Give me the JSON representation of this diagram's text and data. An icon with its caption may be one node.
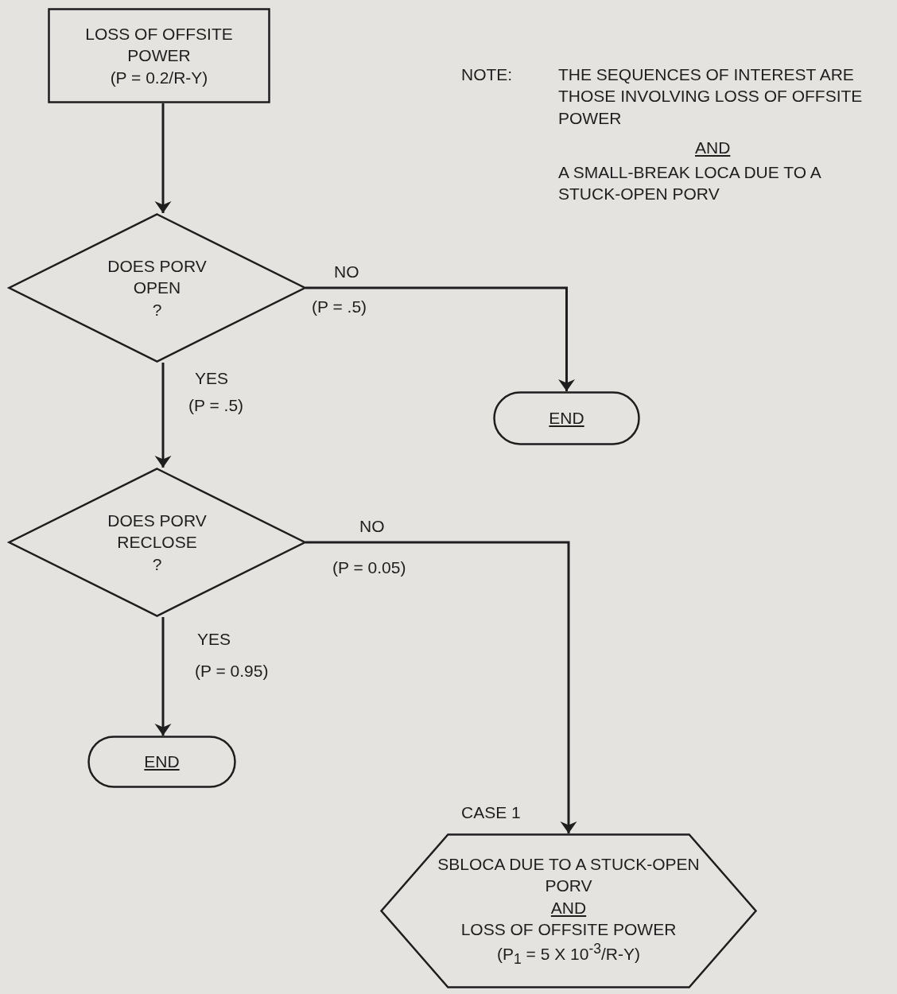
{
  "diagram": {
    "nodes": [
      {
        "text": [
          "LOSS OF OFFSITE POWER",
          "(P = 0.2/R-Y)"
        ]
      },
      {
        "text": [
          "DOES PORV OPEN",
          "?"
        ]
      },
      {
        "text": [
          "END"
        ]
      },
      {
        "text": [
          "DOES PORV RECLOSE",
          "?"
        ]
      },
      {
        "text": [
          "END"
        ]
      },
      {
        "text": [
          "SBLOCA DUE TO A STUCK-OPEN PORV",
          "AND",
          "LOSS OF OFFSITE POWER",
          "(P$_{1}$ = 5 X 10$^{-3}$/R-Y)"
        ],
        "beside": [
          "CASE 1"
        ]
      }
    ],
    "edges": [
      {
        "from": 0,
        "to": 1,
        "arrow": "to"
      },
      {
        "from": 1,
        "to": 2,
        "arrow": "to",
        "label": "NO"
      },
      {
        "from": 1,
        "to": 3,
        "arrow": "to",
        "label": "YES"
      },
      {
        "from": 3,
        "to": 5,
        "arrow": "to",
        "label": "NO"
      },
      {
        "from": 3,
        "to": 4,
        "arrow": "to",
        "label": "YES"
      }
    ],
    "labels": [
      "NOTE:",
      "THE SEQUENCES OF INTEREST ARE THOSE INVOLVING LOSS OF OFFSITE POWER",
      "AND",
      "A SMALL-BREAK LOCA DUE TO A STUCK-OPEN PORV",
      "(P = .5)",
      "(P = .5)",
      "(P = 0.05)",
      "(P = 0.95)"
    ]
  }
}
